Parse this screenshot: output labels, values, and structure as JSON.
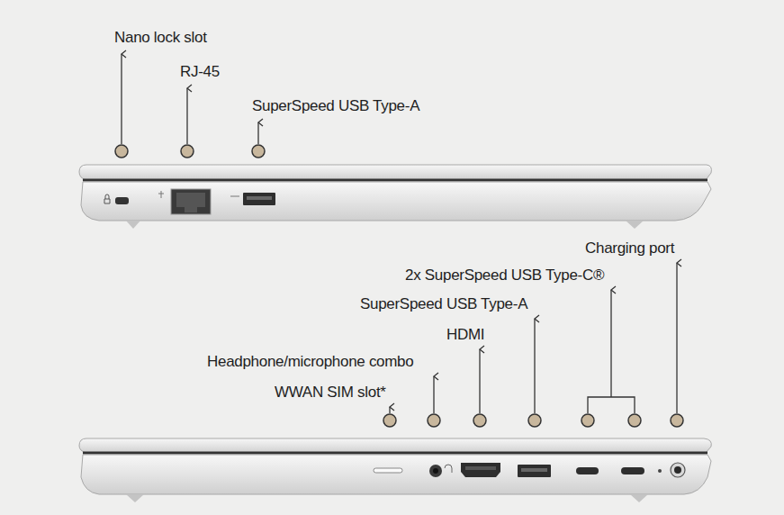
{
  "diagram": {
    "labels": [
      "Nano lock slot",
      "RJ-45",
      "SuperSpeed USB Type-A",
      "Charging port",
      "2x SuperSpeed USB Type-C®",
      "SuperSpeed USB Type-A",
      "HDMI",
      "Headphone/microphone combo",
      "WWAN SIM slot*"
    ]
  }
}
